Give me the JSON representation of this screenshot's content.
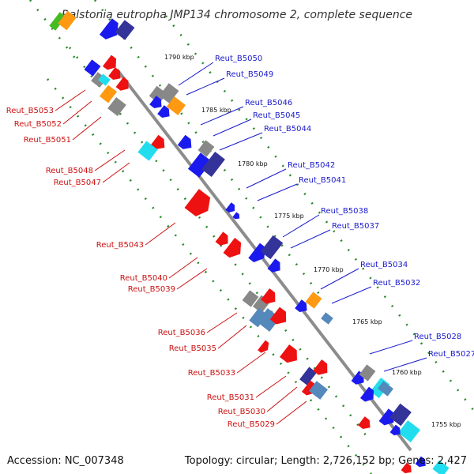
{
  "title": "Ralstonia eutropha JMP134 chromosome 2, complete sequence",
  "footer": {
    "accession": "Accession: NC_007348",
    "topology": "Topology: circular; Length: 2,726,152 bp; Genes: 2,427"
  },
  "colors": {
    "backbone": "#8c8c8c",
    "dots": "#2a8a2a",
    "label_right": "#1a1acc",
    "label_left": "#cc1111",
    "gene_red": "#ee1111",
    "gene_blue": "#1a1aee",
    "gene_navy": "#333399",
    "gene_orange": "#ff9911",
    "gene_cyan": "#22ddee",
    "gene_gray": "#888888",
    "gene_steel": "#5588bb",
    "gene_green": "#44bb22"
  },
  "scale_markers": [
    "1790 kbp",
    "1785 kbp",
    "1780 kbp",
    "1775 kbp",
    "1770 kbp",
    "1765 kbp",
    "1760 kbp",
    "1755 kbp"
  ],
  "genes_right": [
    "Reut_B5050",
    "Reut_B5049",
    "Reut_B5046",
    "Reut_B5045",
    "Reut_B5044",
    "Reut_B5042",
    "Reut_B5041",
    "Reut_B5038",
    "Reut_B5037",
    "Reut_B5034",
    "Reut_B5032",
    "Reut_B5028",
    "Reut_B5027"
  ],
  "genes_left": [
    "Reut_B5053",
    "Reut_B5052",
    "Reut_B5051",
    "Reut_B5048",
    "Reut_B5047",
    "Reut_B5043",
    "Reut_B5040",
    "Reut_B5039",
    "Reut_B5036",
    "Reut_B5035",
    "Reut_B5033",
    "Reut_B5031",
    "Reut_B5030",
    "Reut_B5029"
  ]
}
